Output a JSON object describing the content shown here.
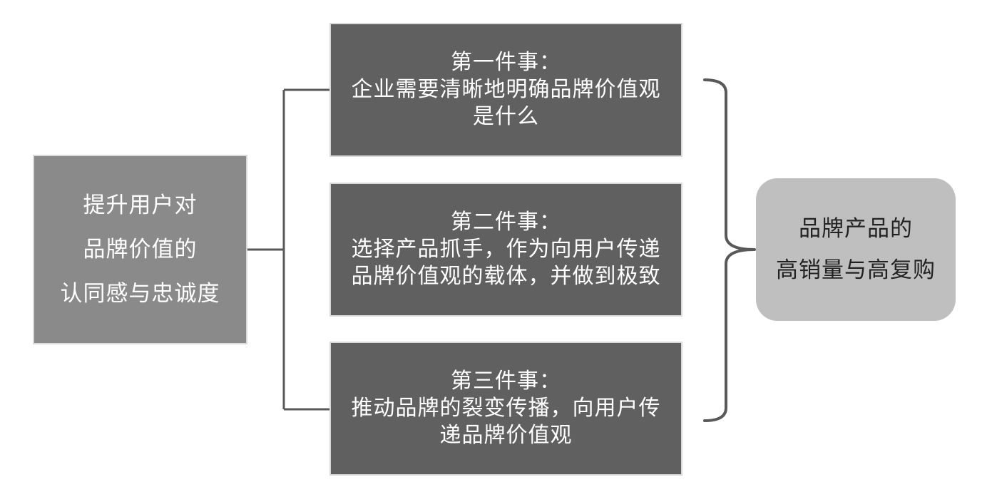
{
  "left_box": {
    "lines": [
      "提升用户对",
      "品牌价值的",
      "认同感与忠诚度"
    ]
  },
  "tasks": [
    {
      "lines": [
        "第一件事：",
        "企业需要清晰地明确品牌价值观",
        "是什么"
      ]
    },
    {
      "lines": [
        "第二件事：",
        "选择产品抓手，作为向用户传递",
        "品牌价值观的载体，并做到极致"
      ]
    },
    {
      "lines": [
        "第三件事：",
        "推动品牌的裂变传播，向用户传",
        "递品牌价值观"
      ]
    }
  ],
  "result_box": {
    "lines": [
      "品牌产品的",
      "高销量与高复购"
    ]
  },
  "colors": {
    "left_box": "#8a8a8a",
    "task_box": "#606060",
    "result_box": "#bfbfbf",
    "connector": "#595959"
  }
}
